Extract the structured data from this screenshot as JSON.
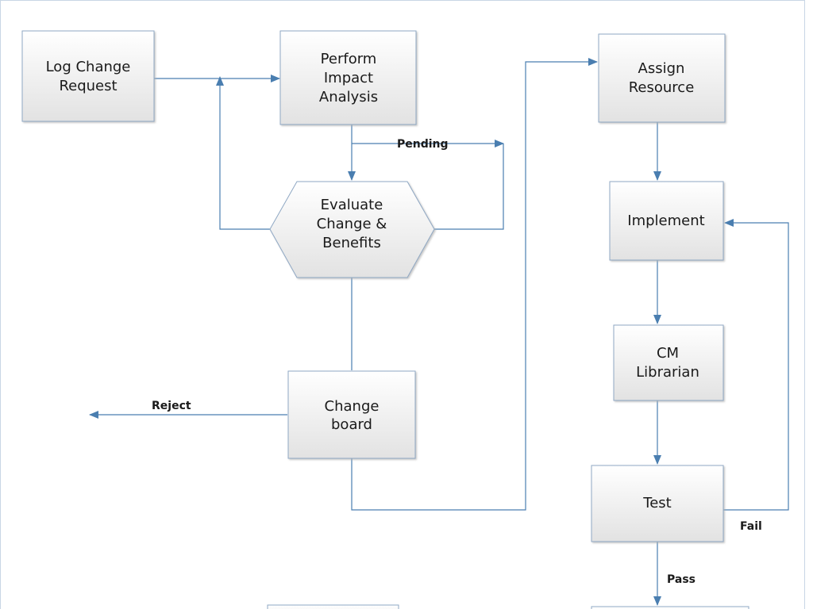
{
  "nodes": {
    "log_change_request": [
      "Log Change",
      "Request"
    ],
    "perform_impact_analysis": [
      "Perform",
      "Impact",
      "Analysis"
    ],
    "evaluate_change_benefits": [
      "Evaluate",
      "Change &",
      "Benefits"
    ],
    "change_board": [
      "Change",
      "board"
    ],
    "assign_resource": [
      "Assign",
      "Resource"
    ],
    "implement": [
      "Implement"
    ],
    "cm_librarian": [
      "CM",
      "Librarian"
    ],
    "test": [
      "Test"
    ]
  },
  "edge_labels": {
    "pending": "Pending",
    "reject": "Reject",
    "fail": "Fail",
    "pass": "Pass"
  },
  "colors": {
    "box_fill_top": "#ffffff",
    "box_fill_bottom": "#e4e4e4",
    "box_border": "#8fa8c4",
    "connector": "#4a7eb0",
    "page_border": "#c8d6e5"
  }
}
